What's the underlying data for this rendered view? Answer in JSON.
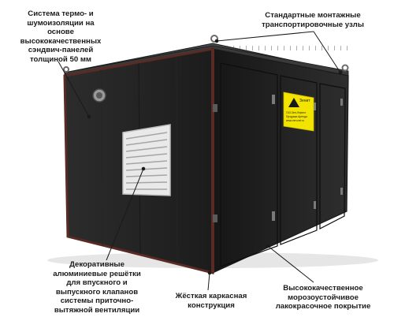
{
  "callouts": {
    "insulation": [
      "Система термо- и",
      "шумоизоляции на основе",
      "высококачественных",
      "сэндвич-панелей",
      "толщиной 50 мм"
    ],
    "transport": [
      "Стандартные монтажные",
      "транспортировочные узлы"
    ],
    "grilles": [
      "Декоративные",
      "алюминиевые решётки",
      "для впускного и",
      "выпускного клапанов",
      "системы приточно-",
      "вытяжной вентиляции"
    ],
    "frame": [
      "Жёсткая каркасная",
      "конструкция"
    ],
    "paint": [
      "Высококачественное",
      "морозоустойчивое",
      "лакокрасочное покрытие"
    ]
  },
  "sign": {
    "brand": "Зенит",
    "lines": [
      "ГАЗ-Зен-Гефест",
      "Продажа  Аренда",
      "www.zen.net.ru"
    ]
  },
  "colors": {
    "body": "#2a2a2a",
    "body_dark": "#141414",
    "frame_edge": "#5a2a24",
    "sign": "#f2e400",
    "line": "#1a1a1a"
  },
  "icons": {
    "sign_logo": "warning-triangle-icon"
  }
}
